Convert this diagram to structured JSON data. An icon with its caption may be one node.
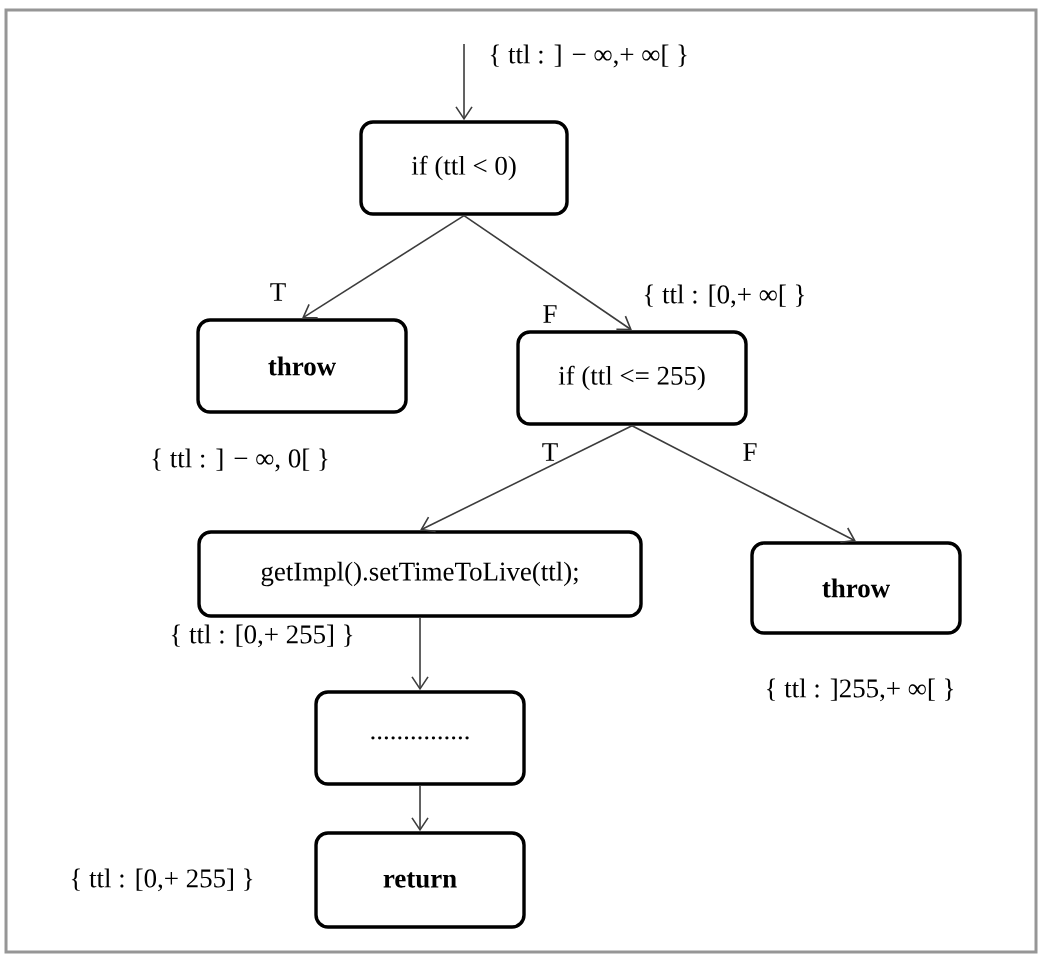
{
  "diagram": {
    "nodes": [
      {
        "text": [
          "if (ttl < 0)"
        ],
        "beside": [
          "{ ttl : ] − ∞,+ ∞[ }"
        ]
      },
      {
        "text": [
          "throw"
        ],
        "beside": [
          "{ ttl : ] − ∞, 0[ }"
        ]
      },
      {
        "text": [
          "if (ttl <= 255)"
        ],
        "beside": [
          "{ ttl : [0,+ ∞[ }"
        ]
      },
      {
        "text": [
          "getImpl().setTimeToLive(ttl);"
        ],
        "beside": [
          "{ ttl : [0,+ 255] }"
        ]
      },
      {
        "text": [
          "throw"
        ],
        "beside": [
          "{ ttl : ]255,+ ∞[ }"
        ]
      },
      {
        "text": [
          "..............."
        ]
      },
      {
        "text": [
          "return"
        ],
        "beside": [
          "{ ttl : [0,+ 255] }"
        ]
      }
    ],
    "edges": [
      {
        "from": null,
        "to": 0,
        "arrow": "to"
      },
      {
        "from": 0,
        "to": 1,
        "arrow": "to",
        "label": "T"
      },
      {
        "from": 0,
        "to": 2,
        "arrow": "to",
        "label": "F"
      },
      {
        "from": 2,
        "to": 3,
        "arrow": "to",
        "label": "T"
      },
      {
        "from": 2,
        "to": 4,
        "arrow": "to",
        "label": "F"
      },
      {
        "from": 3,
        "to": 5,
        "arrow": "to"
      },
      {
        "from": 5,
        "to": 6,
        "arrow": "to"
      }
    ]
  }
}
